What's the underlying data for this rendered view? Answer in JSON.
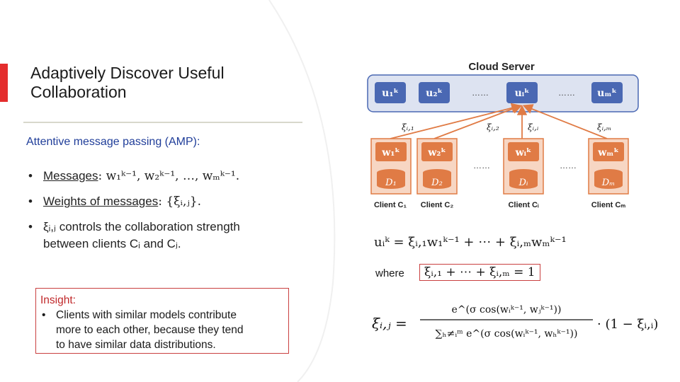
{
  "slide": {
    "title": "Adaptively Discover Useful Collaboration",
    "subtitle": "Attentive message passing (AMP):",
    "bullets": {
      "b1_label": "Messages",
      "b1_math": ": w₁ᵏ⁻¹, w₂ᵏ⁻¹, …, wₘᵏ⁻¹.",
      "b2_label": "Weights of messages",
      "b2_math": ": {ξᵢ,ⱼ}.",
      "b3_line1": "ξᵢ,ⱼ controls the collaboration strength",
      "b3_line2": "between clients Cᵢ and Cⱼ."
    },
    "bullet_glyph": "•",
    "insight": {
      "heading": "Insight:",
      "text_line1": "Clients with similar models contribute",
      "text_line2": "more to each other, because they tend",
      "text_line3": "to have similar data distributions."
    }
  },
  "diagram": {
    "server_label": "Cloud Server",
    "server_nodes": [
      "u₁ᵏ",
      "u₂ᵏ",
      "……",
      "uᵢᵏ",
      "……",
      "uₘᵏ"
    ],
    "edge_labels": [
      "ξᵢ,₁",
      "ξᵢ,₂",
      "ξᵢ,ᵢ",
      "ξᵢ,ₘ"
    ],
    "client_models": [
      "w₁ᵏ",
      "w₂ᵏ",
      "wᵢᵏ",
      "wₘᵏ"
    ],
    "client_data": [
      "D₁",
      "D₂",
      "Dᵢ",
      "Dₘ"
    ],
    "ellipsis": "……",
    "client_labels": [
      "Client C₁",
      "Client C₂",
      "Client Cᵢ",
      "Client Cₘ"
    ],
    "colors": {
      "server_bg": "#dde3f1",
      "server_node": "#4a68b3",
      "client_bg": "#f7d6c3",
      "client_node": "#e07b45",
      "arrow": "#e07b45",
      "data_bg": "#f9e3d3"
    }
  },
  "equations": {
    "update": "uᵢᵏ = ξᵢ,₁w₁ᵏ⁻¹ + ⋯ + ξᵢ,ₘwₘᵏ⁻¹",
    "where_label": "where",
    "constraint": "ξᵢ,₁ + ⋯ + ξᵢ,ₘ = 1",
    "xi_lhs": "ξᵢ,ⱼ =",
    "numerator": "e^(σ cos(wᵢᵏ⁻¹, wⱼᵏ⁻¹))",
    "denominator": "∑ₕ≠ᵢᵐ e^(σ cos(wᵢᵏ⁻¹, wₕᵏ⁻¹))",
    "tail": "· (1 − ξᵢ,ᵢ)"
  }
}
